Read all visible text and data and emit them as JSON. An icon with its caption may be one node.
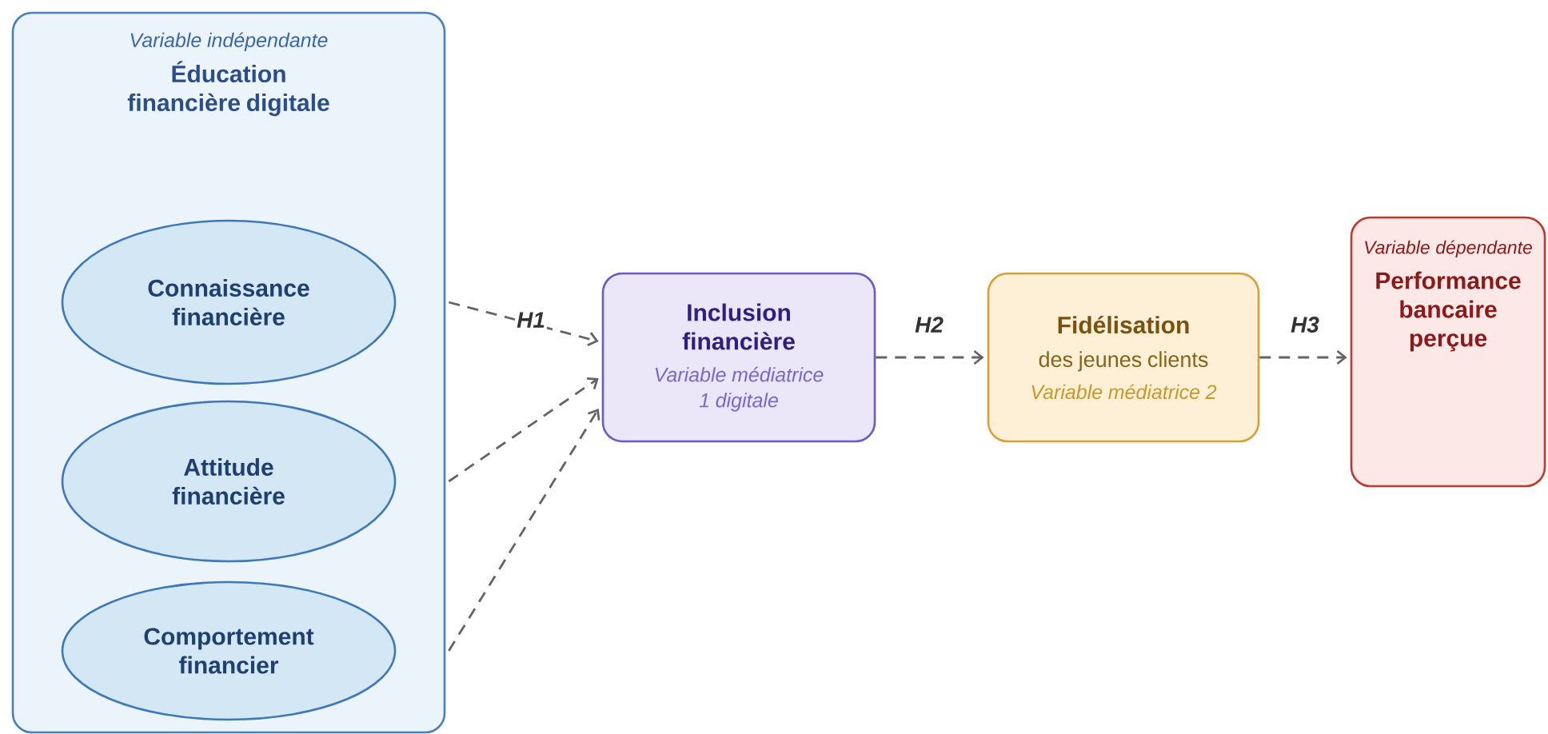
{
  "diagram": {
    "nodes": [
      {
        "text": [
          "Variable indépendante",
          "Éducation financière digitale"
        ]
      },
      {
        "text": [
          "Connaissance financière"
        ],
        "in": 0
      },
      {
        "text": [
          "Attitude financière"
        ],
        "in": 0
      },
      {
        "text": [
          "Comportement financier"
        ],
        "in": 0
      },
      {
        "text": [
          "Inclusion financière",
          "Variable médiatrice 1 digitale"
        ]
      },
      {
        "text": [
          "Fidélisation",
          "des jeunes clients",
          "Variable médiatrice 2"
        ]
      },
      {
        "text": [
          "Variable dépendante",
          "Performance bancaire perçue"
        ]
      }
    ],
    "edges": [
      {
        "from": 1,
        "to": 4,
        "arrow": "to",
        "label": "H1",
        "style": "dashed"
      },
      {
        "from": 2,
        "to": 4,
        "arrow": "to",
        "style": "dashed"
      },
      {
        "from": 3,
        "to": 4,
        "arrow": "to",
        "style": "dashed"
      },
      {
        "from": 4,
        "to": 5,
        "arrow": "to",
        "label": "H2",
        "style": "dashed"
      },
      {
        "from": 5,
        "to": 6,
        "arrow": "to",
        "label": "H3",
        "style": "dashed"
      }
    ]
  }
}
